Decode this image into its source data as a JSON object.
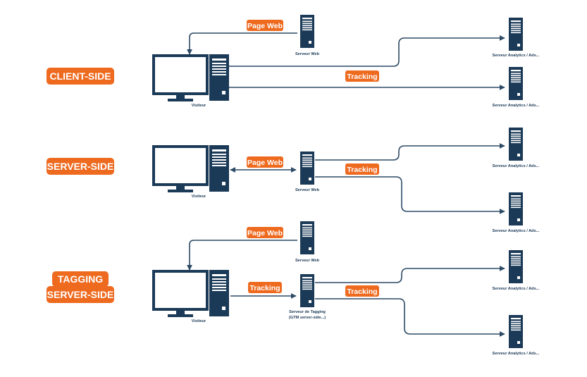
{
  "colors": {
    "navy": "#1b3a57",
    "orange": "#ee6a1f",
    "line": "#2c4a66"
  },
  "sections": {
    "client_side": {
      "label": "CLIENT-SIDE",
      "visitor_caption": "Visiteur",
      "web_server_caption": "Serveur Web",
      "analytics_caption_1": "Serveur Analytics / Ads...",
      "analytics_caption_2": "Serveur Analytics / Ads...",
      "page_web_tag": "Page Web",
      "tracking_tag": "Tracking"
    },
    "server_side": {
      "label": "SERVER-SIDE",
      "visitor_caption": "Visiteur",
      "web_server_caption": "Serveur Web",
      "analytics_caption_1": "Serveur Analytics / Ads...",
      "analytics_caption_2": "Serveur Analytics / Ads...",
      "page_web_tag": "Page Web",
      "tracking_tag": "Tracking"
    },
    "tagging_server_side": {
      "label_line1": "TAGGING",
      "label_line2": "SERVER-SIDE",
      "visitor_caption": "Visiteur",
      "web_server_caption": "Serveur Web",
      "tagging_server_caption_line1": "Serveur de Tagging",
      "tagging_server_caption_line2": "(GTM server-side...)",
      "analytics_caption_1": "Serveur Analytics / Ads...",
      "analytics_caption_2": "Serveur Analytics / Ads...",
      "page_web_tag": "Page Web",
      "tracking_tag_1": "Tracking",
      "tracking_tag_2": "Tracking"
    }
  }
}
